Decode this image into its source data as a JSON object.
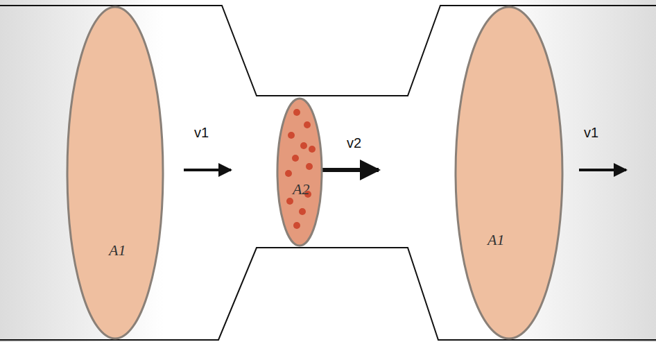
{
  "diagram": {
    "nodes": [
      {
        "text": [
          "A1"
        ]
      },
      {
        "text": [
          "A2"
        ]
      },
      {
        "text": [
          "A1"
        ]
      }
    ],
    "edges": [],
    "labels": [
      "v1",
      "v2",
      "v1"
    ]
  }
}
